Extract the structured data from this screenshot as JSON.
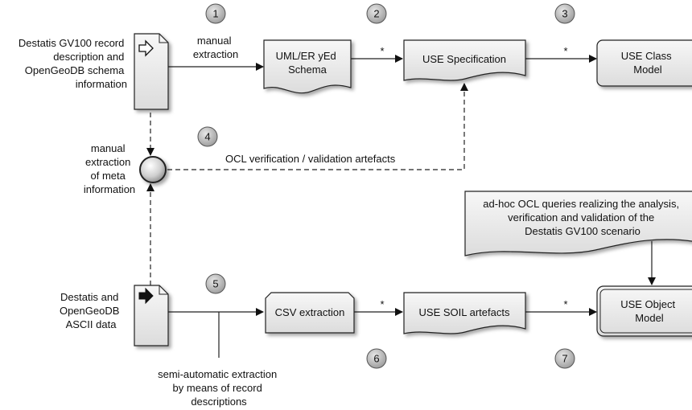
{
  "diagram": {
    "inputs": {
      "destatis_record": [
        "Destatis GV100 record",
        "description and",
        "OpenGeoDB schema",
        "information"
      ],
      "destatis_ascii": [
        "Destatis and",
        "OpenGeoDB",
        "ASCII data"
      ]
    },
    "nodes": {
      "uml_schema": [
        "UML/ER yEd",
        "Schema"
      ],
      "use_spec": [
        "USE Specification"
      ],
      "use_class_model": [
        "USE Class",
        "Model"
      ],
      "csv_extraction": [
        "CSV extraction"
      ],
      "soil_artefacts": [
        "USE SOIL artefacts"
      ],
      "use_object_model": [
        "USE Object",
        "Model"
      ],
      "ocl_queries": [
        "ad-hoc OCL queries realizing the analysis,",
        "verification and validation of the",
        "Destatis GV100 scenario"
      ]
    },
    "labels": {
      "manual_extraction": [
        "manual",
        "extraction"
      ],
      "meta_extraction": [
        "manual",
        "extraction",
        "of meta",
        "information"
      ],
      "ocl_verification": "OCL verification / validation artefacts",
      "semi_automatic": [
        "semi-automatic extraction",
        "by means of record",
        "descriptions"
      ],
      "star": "*"
    },
    "steps": [
      "1",
      "2",
      "3",
      "4",
      "5",
      "6",
      "7"
    ]
  }
}
